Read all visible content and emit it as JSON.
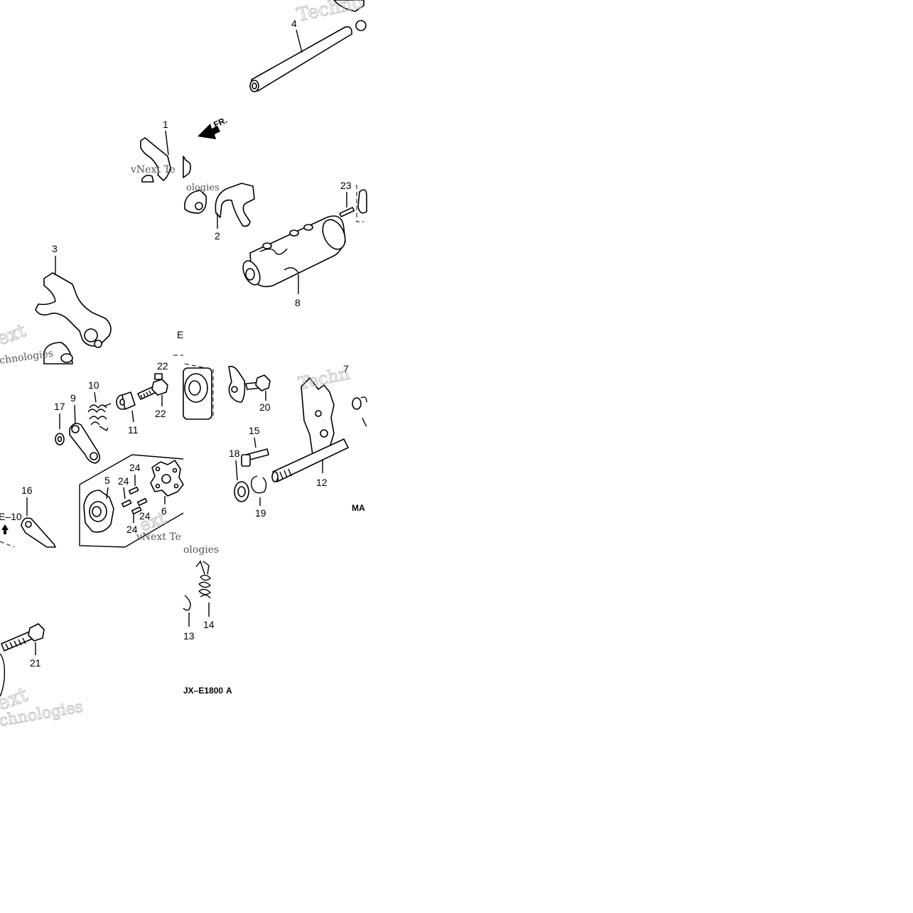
{
  "diagram": {
    "parts": [
      "1",
      "2",
      "3",
      "4",
      "5",
      "6",
      "7",
      "8",
      "9",
      "10",
      "11",
      "12",
      "13",
      "14",
      "15",
      "16",
      "17",
      "18",
      "19",
      "20",
      "21",
      "22",
      "23",
      "24"
    ],
    "labels": {
      "p1": "1",
      "p2": "2",
      "p3": "3",
      "p4": "4",
      "p5": "5",
      "p6": "6",
      "p7": "7",
      "p8": "8",
      "p9": "9",
      "p10": "10",
      "p11": "11",
      "p12": "12",
      "p13": "13",
      "p14": "14",
      "p15": "15",
      "p16": "16",
      "p17": "17",
      "p18": "18",
      "p19": "19",
      "p20": "20",
      "p21": "21",
      "p22": "22",
      "p22b": "22",
      "p23": "23",
      "p24a": "24",
      "p24b": "24",
      "p24c": "24",
      "p24d": "24"
    },
    "front_arrow": "FR.",
    "figure_code": "JX–E1800",
    "figure_suffix": "A",
    "section_ref": "E–10",
    "fragment_e": "E",
    "fragment_ma": "MA"
  },
  "watermark": {
    "line1": "vNext",
    "line2": "Technologies",
    "frag_tech": "Techno",
    "frag_tech2": "Techn",
    "frag_ext": "ext",
    "frag_chnologies": "chnologies",
    "frag_vnext_te": "vNext Te",
    "frag_ologies": "ologies"
  },
  "colors": {
    "ink": "#000000",
    "paper": "#ffffff",
    "watermark": "#bbbbbb"
  }
}
